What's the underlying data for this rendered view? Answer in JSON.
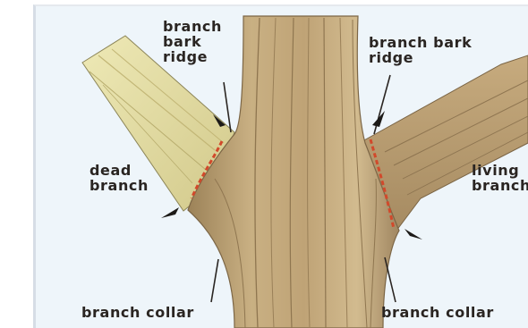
{
  "diagram": {
    "labels": {
      "branch_bark_ridge_left": [
        "branch",
        "bark",
        "ridge"
      ],
      "branch_bark_ridge_right": [
        "branch bark",
        "ridge"
      ],
      "dead_branch": [
        "dead",
        "branch"
      ],
      "living_branch": [
        "living",
        "branch"
      ],
      "branch_collar_left": "branch collar",
      "branch_collar_right": "branch collar"
    },
    "colors": {
      "background": "#eef5fa",
      "trunk": "#b79a6c",
      "dead_branch": "#e3dca0",
      "living_branch": "#b69a6e",
      "cut_line": "#d1492b",
      "label_text": "#2a2522"
    }
  }
}
